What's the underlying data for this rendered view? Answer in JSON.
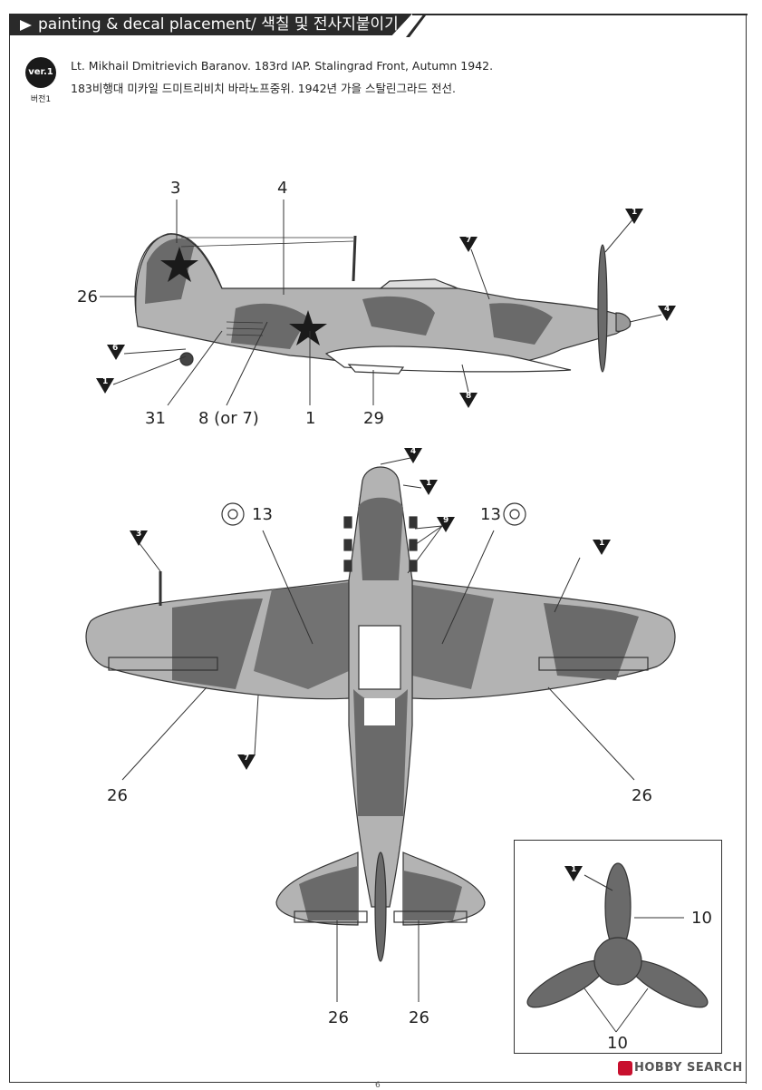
{
  "header": {
    "title": "painting & decal placement/ 색칠 및 전사지붙이기"
  },
  "version": {
    "badge": "ver.1",
    "sub": "버전1"
  },
  "caption": {
    "english": "Lt. Mikhail Dmitrievich Baranov. 183rd IAP. Stalingrad Front, Autumn 1942.",
    "korean": "183비행대 미카일 드미트리비치 바라노프중위. 1942년 가을 스탈린그라드 전선."
  },
  "side_view_labels": {
    "l3": "3",
    "l4": "4",
    "l26": "26",
    "l31": "31",
    "l8or7": "8 (or 7)",
    "l1": "1",
    "l29": "29"
  },
  "side_view_markers": {
    "m6": "6",
    "m1a": "1",
    "m1b": "1",
    "m7": "7",
    "m4": "4",
    "m8": "8"
  },
  "top_view_labels": {
    "l13a": "13",
    "l13b": "13",
    "l26a": "26",
    "l26b": "26",
    "l26c": "26",
    "l26d": "26"
  },
  "top_view_markers": {
    "m4": "4",
    "m1a": "1",
    "m9": "9",
    "m3": "3",
    "m1b": "1",
    "m7": "7"
  },
  "inset": {
    "marker1": "1",
    "label10a": "10",
    "label10b": "10"
  },
  "watermark": {
    "text": "HOBBY SEARCH"
  },
  "page_number": "6",
  "colors": {
    "camo_light": "#b3b3b3",
    "camo_dark": "#6a6a6a",
    "underside": "#ffffff",
    "outline": "#333333"
  }
}
